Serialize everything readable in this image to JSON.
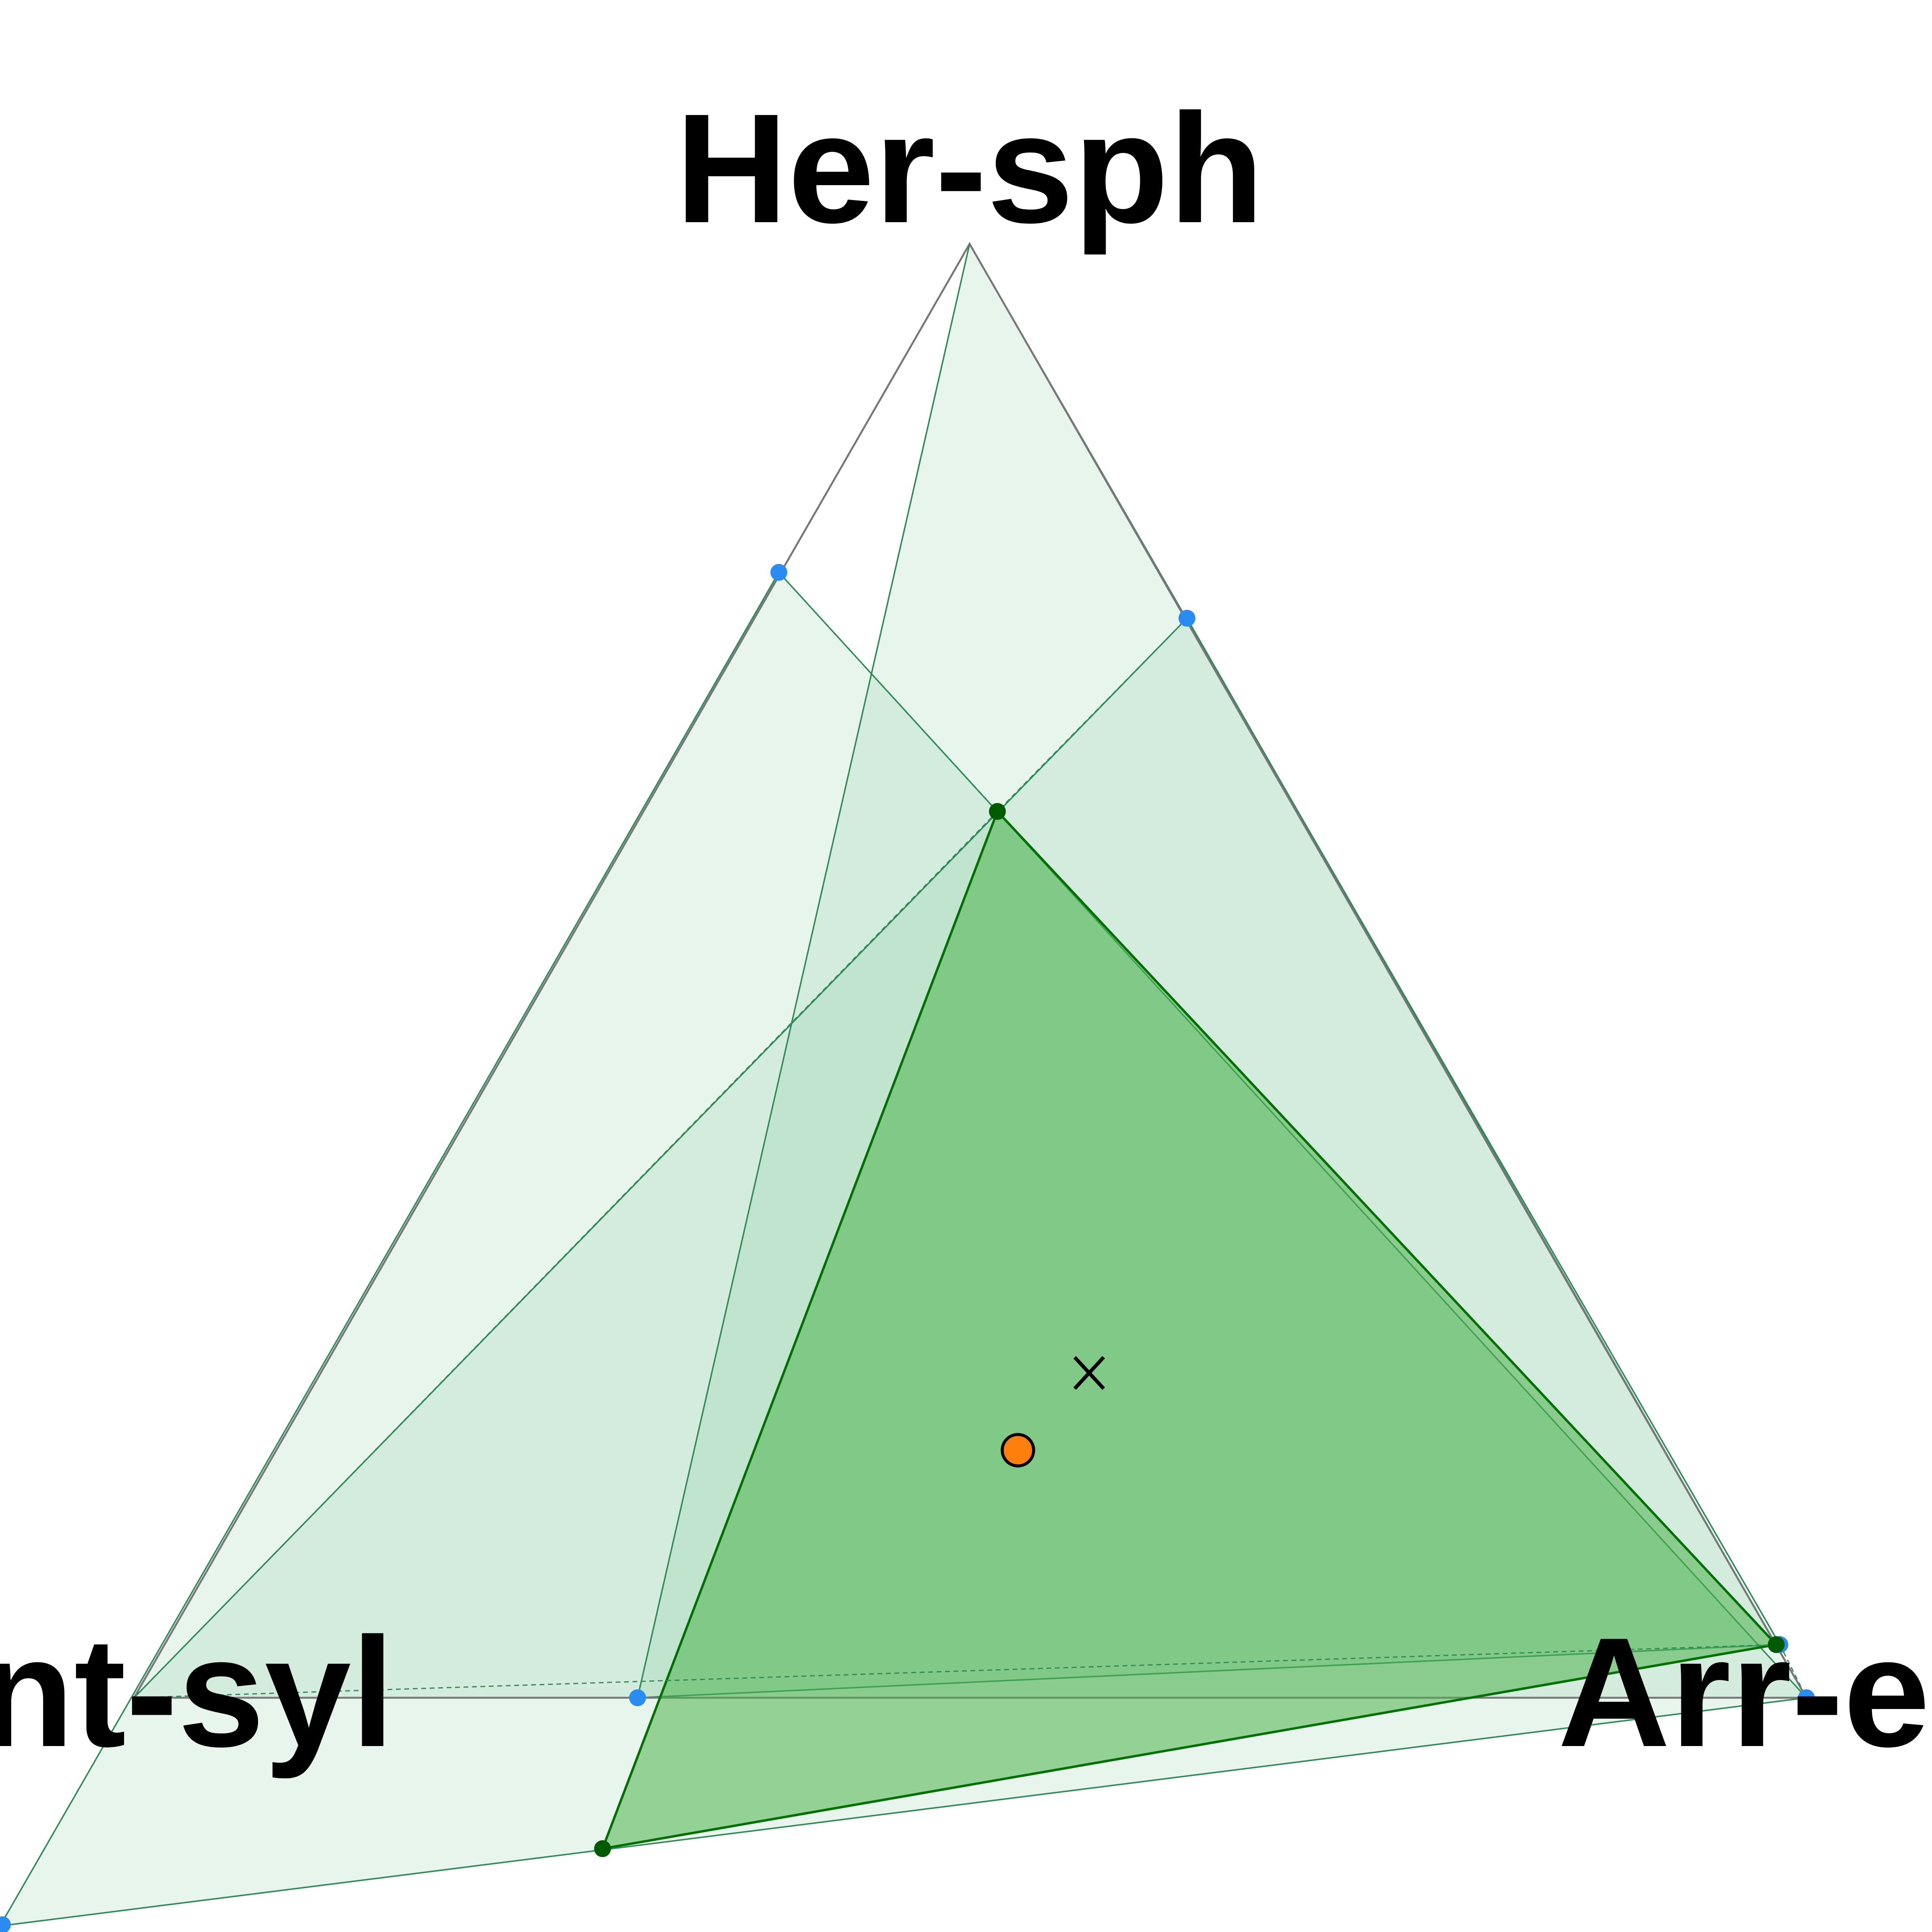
{
  "vertex_labels": {
    "top": "Her-sph",
    "bottom_left": "Ant-syl",
    "bottom_right": "Arr-ela"
  },
  "colors": {
    "triangle_outline": "#777777",
    "construction_fill": "#2ca05a",
    "construction_line": "#2e8b57",
    "highlight_fill": "#4cb34c",
    "highlight_stroke": "#007000",
    "corner_point": "#005a00",
    "edge_point": "#2a8cf0",
    "marker_circle": "#ff7f0e",
    "marker_cross": "#000000"
  },
  "markers": {
    "circle": "orange-circle-marker",
    "cross": "x-marker"
  }
}
